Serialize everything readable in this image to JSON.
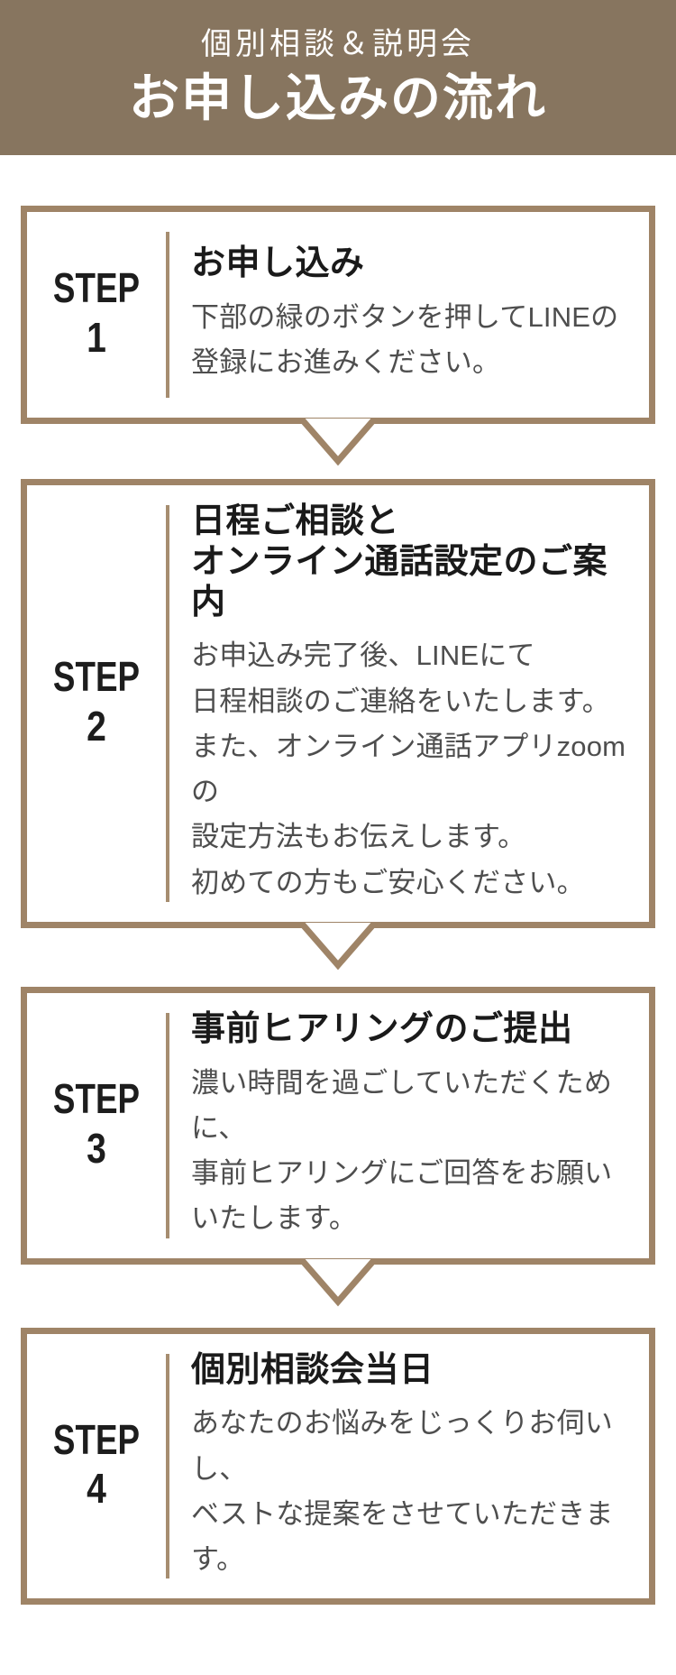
{
  "header": {
    "subtitle": "個別相談＆説明会",
    "title": "お申し込みの流れ"
  },
  "colors": {
    "header_bg": "#87755F",
    "accent_brown": "#9F8467",
    "divider_brown": "#A68D70",
    "step_text": "#1D1D1D",
    "title_text": "#1A1A1A",
    "body_text": "#4E4E4E"
  },
  "icons": {
    "arrow_down": "chevron-v-tail"
  },
  "steps": [
    {
      "label": "STEP",
      "number": "1",
      "title_lines": [
        "お申し込み"
      ],
      "body_lines": [
        "下部の緑のボタンを押してLINEの",
        "登録にお進みください。"
      ],
      "has_arrow": true
    },
    {
      "label": "STEP",
      "number": "2",
      "title_lines": [
        "日程ご相談と",
        "オンライン通話設定のご案内"
      ],
      "body_lines": [
        "お申込み完了後、LINEにて",
        "日程相談のご連絡をいたします。",
        "また、オンライン通話アプリzoomの",
        "設定方法もお伝えします。",
        "初めての方もご安心ください。"
      ],
      "has_arrow": true
    },
    {
      "label": "STEP",
      "number": "3",
      "title_lines": [
        "事前ヒアリングのご提出"
      ],
      "body_lines": [
        "濃い時間を過ごしていただくために、",
        "事前ヒアリングにご回答をお願い",
        "いたします。"
      ],
      "has_arrow": true
    },
    {
      "label": "STEP",
      "number": "4",
      "title_lines": [
        "個別相談会当日"
      ],
      "body_lines": [
        "あなたのお悩みをじっくりお伺いし、",
        "ベストな提案をさせていただきます。"
      ],
      "has_arrow": false
    }
  ]
}
